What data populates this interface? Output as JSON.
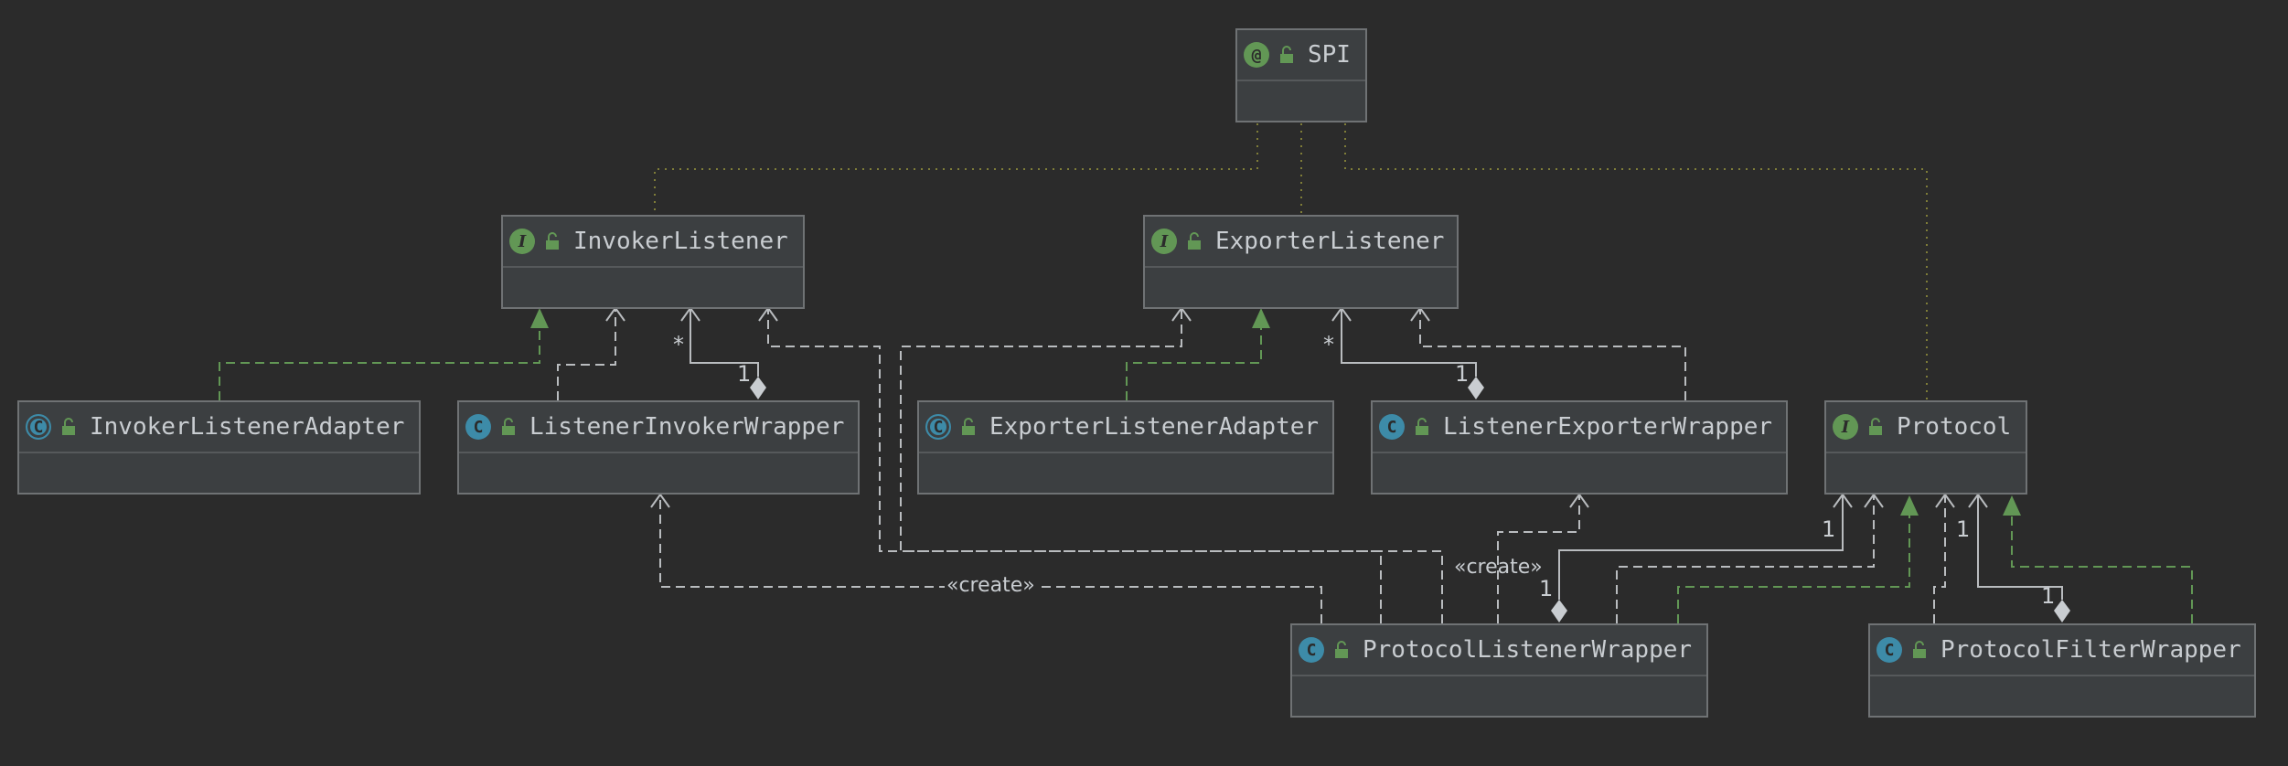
{
  "nodes": {
    "spi": {
      "name": "SPI",
      "kind": "annotation",
      "badge": "@"
    },
    "invoker_listener": {
      "name": "InvokerListener",
      "kind": "interface",
      "badge": "I"
    },
    "exporter_listener": {
      "name": "ExporterListener",
      "kind": "interface",
      "badge": "I"
    },
    "invoker_listener_adapter": {
      "name": "InvokerListenerAdapter",
      "kind": "abstract-class",
      "badge": "C"
    },
    "listener_invoker_wrapper": {
      "name": "ListenerInvokerWrapper",
      "kind": "class",
      "badge": "C"
    },
    "exporter_listener_adapter": {
      "name": "ExporterListenerAdapter",
      "kind": "abstract-class",
      "badge": "C"
    },
    "listener_exporter_wrapper": {
      "name": "ListenerExporterWrapper",
      "kind": "class",
      "badge": "C"
    },
    "protocol": {
      "name": "Protocol",
      "kind": "interface",
      "badge": "I"
    },
    "protocol_listener_wrapper": {
      "name": "ProtocolListenerWrapper",
      "kind": "class",
      "badge": "C"
    },
    "protocol_filter_wrapper": {
      "name": "ProtocolFilterWrapper",
      "kind": "class",
      "badge": "C"
    }
  },
  "edge_labels": {
    "create_left": "«create»",
    "create_right": "«create»"
  },
  "multiplicities": {
    "star_invoker": "*",
    "one_invoker": "1",
    "star_exporter": "*",
    "one_exporter": "1",
    "one_protocol_top": "1",
    "one_plw": "1",
    "one_protocol_right": "1",
    "one_pfw": "1"
  },
  "colors": {
    "background": "#2b2b2b",
    "node_fill": "#3c3f41",
    "edge_gray": "#b9bcbf",
    "edge_green": "#629755",
    "edge_olive": "#7f7d38"
  }
}
